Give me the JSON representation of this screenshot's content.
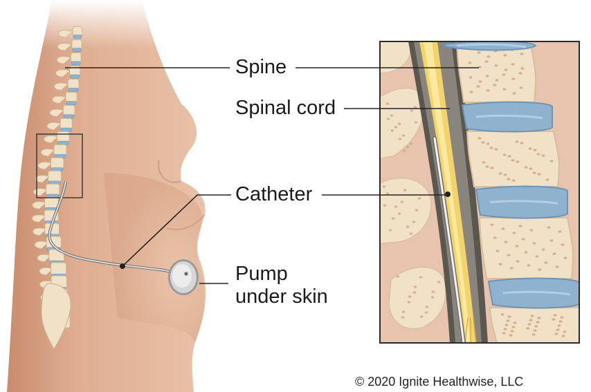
{
  "labels": {
    "spine": "Spine",
    "spinal_cord": "Spinal cord",
    "catheter": "Catheter",
    "pump_line1": "Pump",
    "pump_line2": "under skin"
  },
  "copyright": "© 2020 Ignite Healthwise, LLC",
  "colors": {
    "skin": "#e3b79d",
    "skin_shadow": "#d49e82",
    "bone": "#f1e2c7",
    "disc": "#8fb2cf",
    "cord": "#f3d36b",
    "leader": "#222222",
    "background_tissue": "#e7c0aa"
  }
}
